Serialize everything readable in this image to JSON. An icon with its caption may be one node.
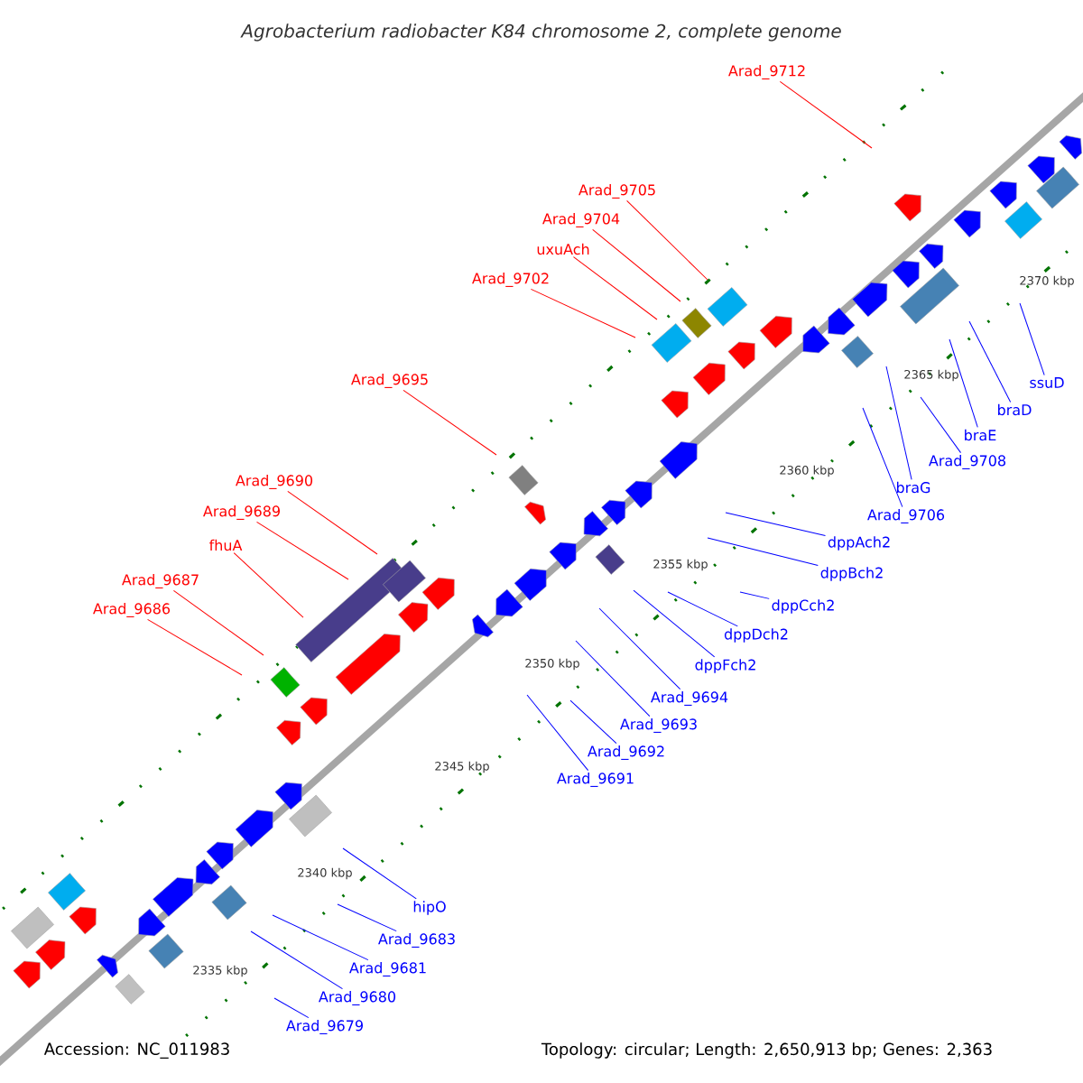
{
  "diagram": {
    "title": "Agrobacterium radiobacter K84 chromosome 2, complete genome",
    "nodes": [
      {
        "text": [
          "Arad_9712"
        ]
      },
      {
        "text": [
          "Arad_9705"
        ]
      },
      {
        "text": [
          "Arad_9704"
        ]
      },
      {
        "text": [
          "uxuAch"
        ]
      },
      {
        "text": [
          "Arad_9702"
        ]
      },
      {
        "text": [
          "Arad_9695"
        ]
      },
      {
        "text": [
          "Arad_9690"
        ]
      },
      {
        "text": [
          "Arad_9689"
        ]
      },
      {
        "text": [
          "fhuA"
        ]
      },
      {
        "text": [
          "Arad_9687"
        ]
      },
      {
        "text": [
          "Arad_9686"
        ]
      },
      {
        "text": [
          "ssuD"
        ]
      },
      {
        "text": [
          "braD"
        ]
      },
      {
        "text": [
          "braE"
        ]
      },
      {
        "text": [
          "Arad_9708"
        ]
      },
      {
        "text": [
          "braG"
        ]
      },
      {
        "text": [
          "Arad_9706"
        ]
      },
      {
        "text": [
          "dppAch2"
        ]
      },
      {
        "text": [
          "dppBch2"
        ]
      },
      {
        "text": [
          "dppCch2"
        ]
      },
      {
        "text": [
          "dppDch2"
        ]
      },
      {
        "text": [
          "dppFch2"
        ]
      },
      {
        "text": [
          "Arad_9694"
        ]
      },
      {
        "text": [
          "Arad_9693"
        ]
      },
      {
        "text": [
          "Arad_9692"
        ]
      },
      {
        "text": [
          "Arad_9691"
        ]
      },
      {
        "text": [
          "hipO"
        ]
      },
      {
        "text": [
          "Arad_9683"
        ]
      },
      {
        "text": [
          "Arad_9681"
        ]
      },
      {
        "text": [
          "Arad_9680"
        ]
      },
      {
        "text": [
          "Arad_9679"
        ]
      }
    ],
    "edges": [
      {
        "from": 0,
        "to": null,
        "arrow": "none",
        "color": "#ff0000"
      },
      {
        "from": 1,
        "to": null,
        "arrow": "none",
        "color": "#ff0000"
      },
      {
        "from": 2,
        "to": null,
        "arrow": "none",
        "color": "#ff0000"
      },
      {
        "from": 3,
        "to": null,
        "arrow": "none",
        "color": "#ff0000"
      },
      {
        "from": 4,
        "to": null,
        "arrow": "none",
        "color": "#ff0000"
      },
      {
        "from": 5,
        "to": null,
        "arrow": "none",
        "color": "#ff0000"
      },
      {
        "from": 6,
        "to": null,
        "arrow": "none",
        "color": "#ff0000"
      },
      {
        "from": 7,
        "to": null,
        "arrow": "none",
        "color": "#ff0000"
      },
      {
        "from": 8,
        "to": null,
        "arrow": "none",
        "color": "#ff0000"
      },
      {
        "from": 9,
        "to": null,
        "arrow": "none",
        "color": "#ff0000"
      },
      {
        "from": 10,
        "to": null,
        "arrow": "none",
        "color": "#ff0000"
      },
      {
        "from": 11,
        "to": null,
        "arrow": "none"
      },
      {
        "from": 12,
        "to": null,
        "arrow": "none"
      },
      {
        "from": 13,
        "to": null,
        "arrow": "none"
      },
      {
        "from": 14,
        "to": null,
        "arrow": "none"
      },
      {
        "from": 15,
        "to": null,
        "arrow": "none"
      },
      {
        "from": 16,
        "to": null,
        "arrow": "none"
      },
      {
        "from": 17,
        "to": null,
        "arrow": "none"
      },
      {
        "from": 18,
        "to": null,
        "arrow": "none"
      },
      {
        "from": 19,
        "to": null,
        "arrow": "none"
      },
      {
        "from": 20,
        "to": null,
        "arrow": "none"
      },
      {
        "from": 21,
        "to": null,
        "arrow": "none"
      },
      {
        "from": 22,
        "to": null,
        "arrow": "none"
      },
      {
        "from": 23,
        "to": null,
        "arrow": "none"
      },
      {
        "from": 24,
        "to": null,
        "arrow": "none"
      },
      {
        "from": 25,
        "to": null,
        "arrow": "none"
      },
      {
        "from": 26,
        "to": null,
        "arrow": "none"
      },
      {
        "from": 27,
        "to": null,
        "arrow": "none"
      },
      {
        "from": 28,
        "to": null,
        "arrow": "none"
      },
      {
        "from": 29,
        "to": null,
        "arrow": "none"
      },
      {
        "from": 30,
        "to": null,
        "arrow": "none"
      }
    ],
    "labels": [
      "2370 kbp",
      "2365 kbp",
      "2360 kbp",
      "2355 kbp",
      "2350 kbp",
      "2345 kbp",
      "2340 kbp",
      "2335 kbp",
      "Accession: NC_011983",
      "Topology: circular; Length: 2,650,913 bp; Genes: 2,363"
    ]
  }
}
